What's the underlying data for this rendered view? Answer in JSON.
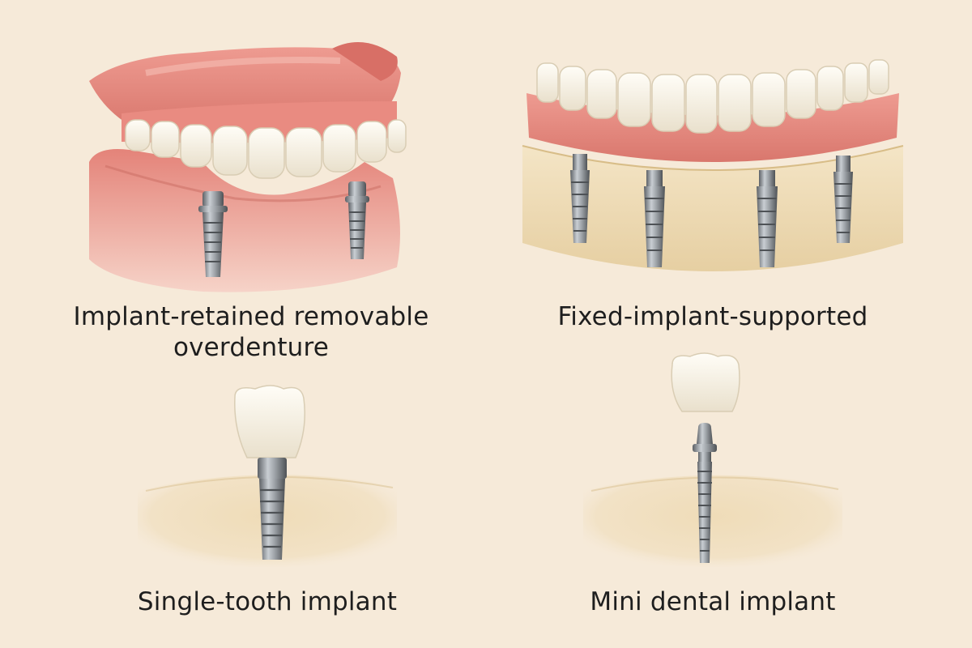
{
  "panels": [
    {
      "caption": [
        "Implant-retained removable",
        "overdenture"
      ]
    },
    {
      "caption": [
        "Fixed-implant-supported"
      ]
    },
    {
      "caption": [
        "Single-tooth implant"
      ]
    },
    {
      "caption": [
        "Mini dental implant"
      ]
    }
  ],
  "colors": {
    "background": "#f6ead9",
    "gum": "#e8938a",
    "gum_light": "#f2b6ae",
    "tooth": "#f7f2e6",
    "bone": "#efdcb4",
    "metal": "#8f9499"
  }
}
